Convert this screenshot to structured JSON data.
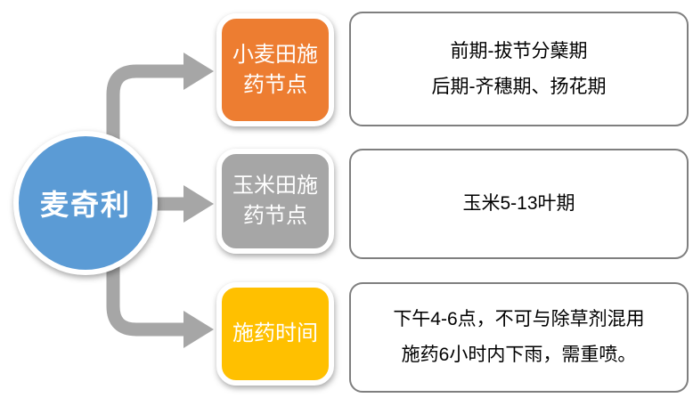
{
  "colors": {
    "root_fill": "#5B9BD5",
    "branch_wheat_fill": "#ED7D31",
    "branch_corn_fill": "#A6A6A6",
    "branch_time_fill": "#FFC000",
    "arrow": "#A6A6A6",
    "detail_border": "#7F7F7F",
    "label_text": "#FFFFFF",
    "detail_text": "#000000"
  },
  "root": {
    "label": "麦奇利"
  },
  "branches": [
    {
      "label_line1": "小麦田施",
      "label_line2": "药节点",
      "detail_line1": "前期-拔节分蘖期",
      "detail_line2": "后期-齐穗期、扬花期"
    },
    {
      "label_line1": "玉米田施",
      "label_line2": "药节点",
      "detail_line1": "玉米5-13叶期"
    },
    {
      "label_line1": "施药时间",
      "detail_line1": "下午4-6点，不可与除草剂混用",
      "detail_line2": "施药6小时内下雨，需重喷。"
    }
  ]
}
